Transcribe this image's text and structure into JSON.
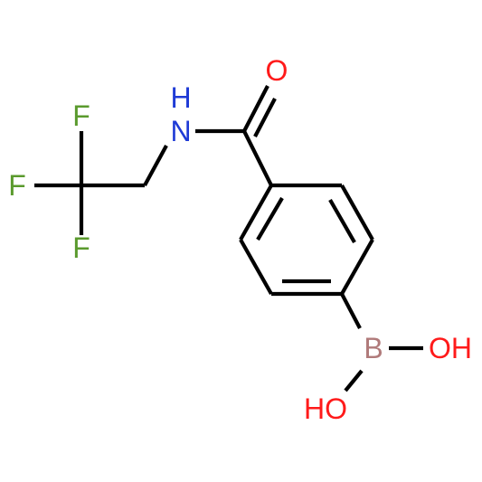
{
  "molecule": {
    "atoms": {
      "fluorine_top": {
        "symbol": "F",
        "color": "#5a9a2d"
      },
      "fluorine_left": {
        "symbol": "F",
        "color": "#5a9a2d"
      },
      "fluorine_bottom": {
        "symbol": "F",
        "color": "#5a9a2d"
      },
      "nitrogen": {
        "symbol": "N",
        "color": "#1f3bd6"
      },
      "hydrogen_on_nitrogen": {
        "symbol": "H",
        "color": "#1f3bd6"
      },
      "oxygen_carbonyl": {
        "symbol": "O",
        "color": "#ff1a1a"
      },
      "boron": {
        "symbol": "B",
        "color": "#b07a7a"
      },
      "hydroxyl_right": {
        "symbol": "OH",
        "color": "#ff1a1a"
      },
      "hydroxyl_bottom": {
        "symbol": "HO",
        "color": "#ff1a1a"
      }
    },
    "bond_color": "#000000"
  }
}
